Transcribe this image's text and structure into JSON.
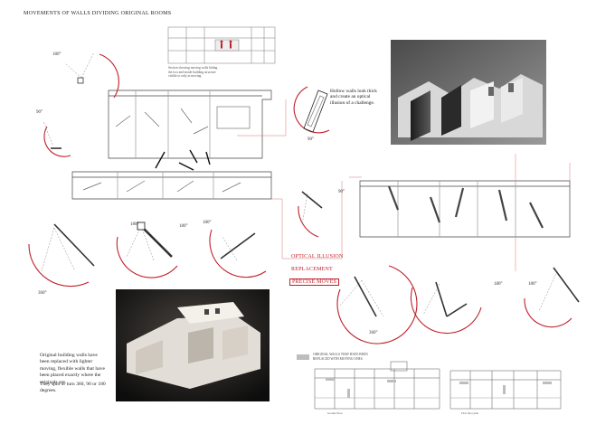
{
  "title": "MOVEMENTS OF WALLS DIVIDING ORIGINAL ROOMS",
  "notes": {
    "top_section_note": "Section showing moving walls hiding the two and inside building structure visible to only as moving",
    "hollow_walls": "Hollow walls look thick and create an optical illusion of a challenge.",
    "description_p1": "Original building walls have been replaced with lighter moving, flexible walls that have been placed exactly where the originals are.",
    "description_p2": "They spin or turn 360, 90 or 180 degrees."
  },
  "labels": {
    "optical_illusion": "OPTICAL ILLUSION",
    "replacement": "REPLACEMENT",
    "precise_moves": "PRECISE MOVES"
  },
  "legend": {
    "text": "ORIGINAL WALLS THAT HAVE BEEN REPLACED WITH MOVING ONES"
  },
  "plans": {
    "ground_floor": "Ground floor",
    "first_floor": "First floor plan"
  },
  "angles": {
    "a1": "180°",
    "a2": "90°",
    "a3": "90°",
    "a4": "180°",
    "a5": "180°",
    "a6": "360°",
    "a7": "180°",
    "a8": "180°",
    "a9": "90°",
    "a10": "360°",
    "a11": "180°"
  },
  "colors": {
    "accent": "#c0202a",
    "ink": "#222222",
    "grey": "#9a9a9a"
  }
}
